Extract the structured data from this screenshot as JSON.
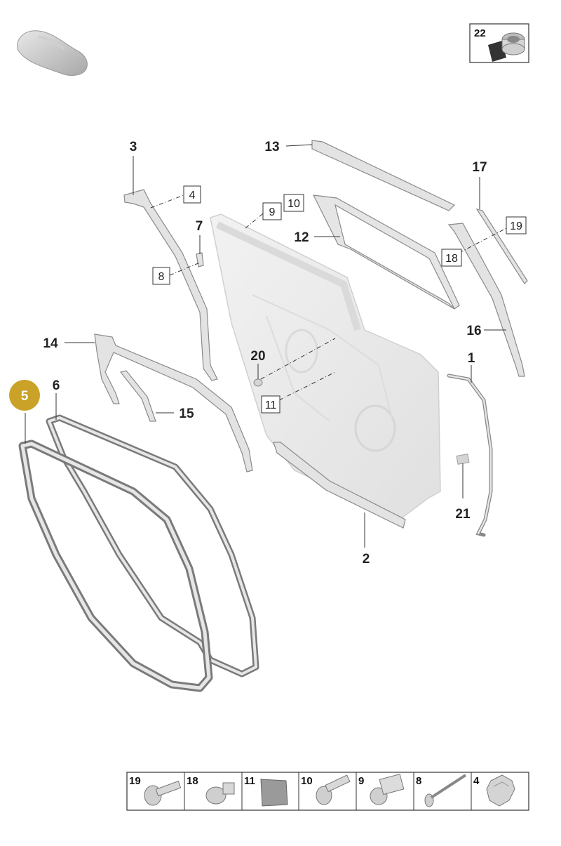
{
  "highlight": {
    "label": "5",
    "color": "#c9a227"
  },
  "callouts": [
    {
      "id": "1",
      "label": "1"
    },
    {
      "id": "2",
      "label": "2"
    },
    {
      "id": "3",
      "label": "3"
    },
    {
      "id": "6",
      "label": "6"
    },
    {
      "id": "7",
      "label": "7"
    },
    {
      "id": "12",
      "label": "12"
    },
    {
      "id": "13",
      "label": "13"
    },
    {
      "id": "14",
      "label": "14"
    },
    {
      "id": "15",
      "label": "15"
    },
    {
      "id": "16",
      "label": "16"
    },
    {
      "id": "17",
      "label": "17"
    },
    {
      "id": "20",
      "label": "20"
    },
    {
      "id": "21",
      "label": "21"
    }
  ],
  "boxed_callouts": [
    {
      "id": "4",
      "label": "4"
    },
    {
      "id": "8",
      "label": "8"
    },
    {
      "id": "9",
      "label": "9"
    },
    {
      "id": "10",
      "label": "10"
    },
    {
      "id": "11",
      "label": "11"
    },
    {
      "id": "18",
      "label": "18"
    },
    {
      "id": "19",
      "label": "19"
    }
  ],
  "top_right_box": {
    "label": "22"
  },
  "legend": [
    {
      "label": "19",
      "icon": "button-head-bolt-icon"
    },
    {
      "label": "18",
      "icon": "flange-bolt-icon"
    },
    {
      "label": "11",
      "icon": "foam-pad-icon"
    },
    {
      "label": "10",
      "icon": "hex-bolt-icon"
    },
    {
      "label": "9",
      "icon": "rivet-nut-icon"
    },
    {
      "label": "8",
      "icon": "blind-rivet-icon"
    },
    {
      "label": "4",
      "icon": "clip-icon"
    }
  ]
}
